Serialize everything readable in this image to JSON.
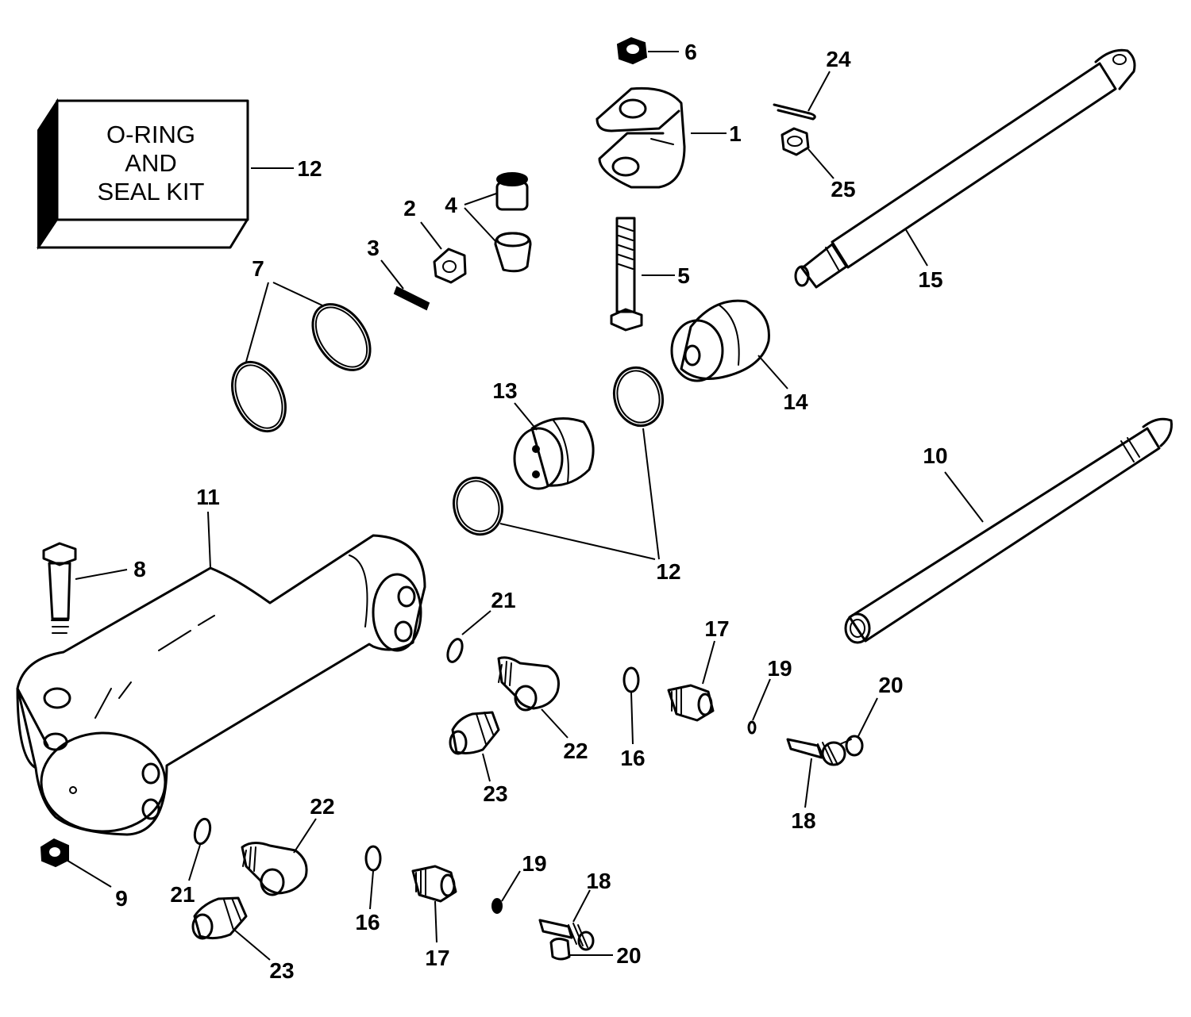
{
  "kit_box": {
    "line1": "O-RING",
    "line2": "AND",
    "line3": "SEAL KIT"
  },
  "labels": {
    "l1": "1",
    "l2": "2",
    "l3": "3",
    "l4": "4",
    "l5": "5",
    "l6": "6",
    "l7": "7",
    "l8": "8",
    "l9": "9",
    "l10": "10",
    "l11": "11",
    "l12_kit": "12",
    "l12_rings": "12",
    "l13": "13",
    "l14": "14",
    "l15": "15",
    "l16_a": "16",
    "l16_b": "16",
    "l17_a": "17",
    "l17_b": "17",
    "l18_a": "18",
    "l18_b": "18",
    "l19_a": "19",
    "l19_b": "19",
    "l20_a": "20",
    "l20_b": "20",
    "l21_a": "21",
    "l21_b": "21",
    "l22_a": "22",
    "l22_b": "22",
    "l23_a": "23",
    "l23_b": "23",
    "l24": "24",
    "l25": "25"
  }
}
